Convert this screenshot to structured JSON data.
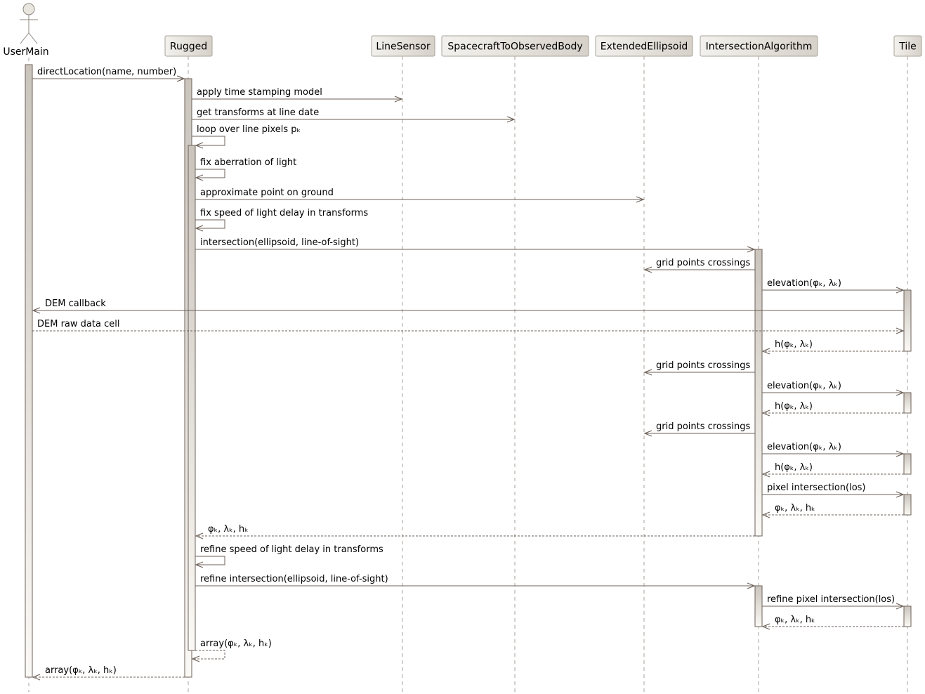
{
  "participants": [
    {
      "id": "user",
      "name": "UserMain",
      "kind": "actor"
    },
    {
      "id": "rug",
      "name": "Rugged",
      "kind": "box"
    },
    {
      "id": "ls",
      "name": "LineSensor",
      "kind": "box"
    },
    {
      "id": "sc",
      "name": "SpacecraftToObservedBody",
      "kind": "box"
    },
    {
      "id": "ee",
      "name": "ExtendedEllipsoid",
      "kind": "box"
    },
    {
      "id": "ia",
      "name": "IntersectionAlgorithm",
      "kind": "box"
    },
    {
      "id": "tile",
      "name": "Tile",
      "kind": "box"
    }
  ],
  "messages": [
    {
      "from": "user",
      "to": "rug",
      "label": "directLocation(name, number)",
      "style": "solid"
    },
    {
      "from": "rug",
      "to": "ls",
      "label": "apply time stamping model",
      "style": "solid"
    },
    {
      "from": "rug",
      "to": "sc",
      "label": "get transforms at line date",
      "style": "solid"
    },
    {
      "from": "rug",
      "to": "rug",
      "label": "loop over line pixels pₖ",
      "style": "solid"
    },
    {
      "from": "rug",
      "to": "rug",
      "label": "fix aberration of light",
      "style": "solid"
    },
    {
      "from": "rug",
      "to": "ee",
      "label": "approximate point on ground",
      "style": "solid"
    },
    {
      "from": "rug",
      "to": "rug",
      "label": "fix speed of light delay in transforms",
      "style": "solid"
    },
    {
      "from": "rug",
      "to": "ia",
      "label": "intersection(ellipsoid, line-of-sight)",
      "style": "solid"
    },
    {
      "from": "ia",
      "to": "ee",
      "label": "grid points crossings",
      "style": "solid"
    },
    {
      "from": "ia",
      "to": "tile",
      "label": "elevation(φₖ, λₖ)",
      "style": "solid"
    },
    {
      "from": "tile",
      "to": "user",
      "label": "DEM callback",
      "style": "solid"
    },
    {
      "from": "user",
      "to": "tile",
      "label": "DEM raw data cell",
      "style": "dashed"
    },
    {
      "from": "tile",
      "to": "ia",
      "label": "h(φₖ, λₖ)",
      "style": "dashed"
    },
    {
      "from": "ia",
      "to": "ee",
      "label": "grid points crossings",
      "style": "solid"
    },
    {
      "from": "ia",
      "to": "tile",
      "label": "elevation(φₖ, λₖ)",
      "style": "solid"
    },
    {
      "from": "tile",
      "to": "ia",
      "label": "h(φₖ, λₖ)",
      "style": "dashed"
    },
    {
      "from": "ia",
      "to": "ee",
      "label": "grid points crossings",
      "style": "solid"
    },
    {
      "from": "ia",
      "to": "tile",
      "label": "elevation(φₖ, λₖ)",
      "style": "solid"
    },
    {
      "from": "tile",
      "to": "ia",
      "label": "h(φₖ, λₖ)",
      "style": "dashed"
    },
    {
      "from": "ia",
      "to": "tile",
      "label": "pixel intersection(los)",
      "style": "solid"
    },
    {
      "from": "tile",
      "to": "ia",
      "label": "φₖ, λₖ, hₖ",
      "style": "dashed"
    },
    {
      "from": "ia",
      "to": "rug",
      "label": "φₖ, λₖ, hₖ",
      "style": "dashed"
    },
    {
      "from": "rug",
      "to": "rug",
      "label": "refine speed of light delay in transforms",
      "style": "solid"
    },
    {
      "from": "rug",
      "to": "ia",
      "label": "refine intersection(ellipsoid, line-of-sight)",
      "style": "solid"
    },
    {
      "from": "ia",
      "to": "tile",
      "label": "refine pixel intersection(los)",
      "style": "solid"
    },
    {
      "from": "tile",
      "to": "ia",
      "label": "φₖ, λₖ, hₖ",
      "style": "dashed"
    },
    {
      "from": "rug",
      "to": "rug",
      "label": "array(φₖ, λₖ, hₖ)",
      "style": "dashed"
    },
    {
      "from": "rug",
      "to": "user",
      "label": "array(φₖ, λₖ, hₖ)",
      "style": "dashed"
    }
  ]
}
